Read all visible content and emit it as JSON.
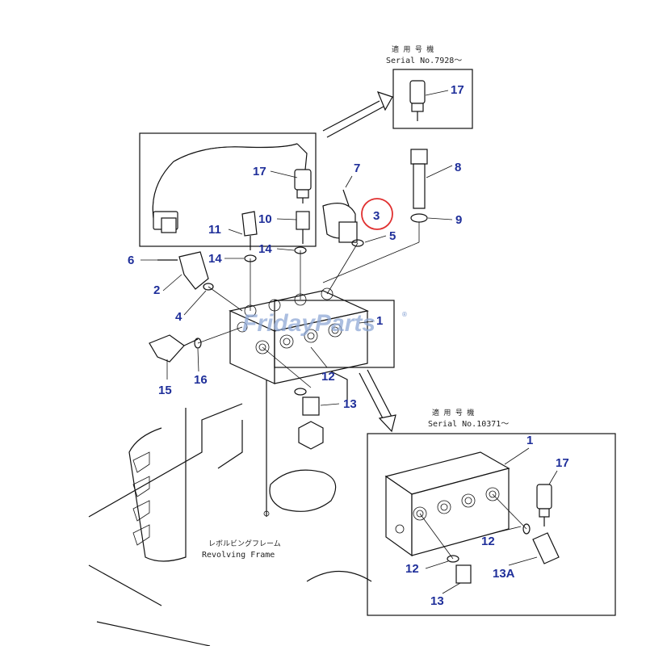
{
  "inset_top": {
    "heading": "適 用 号 機",
    "serial": "Serial No.7928～"
  },
  "inset_bottom": {
    "heading": "適 用 号 機",
    "serial": "Serial No.10371～"
  },
  "frame_label": {
    "jp": "レボルビングフレーム",
    "en": "Revolving Frame"
  },
  "watermark": {
    "brand": "FridayParts",
    "mark": "®"
  },
  "callouts": {
    "c1": "1",
    "c1b": "1",
    "c2": "2",
    "c3": "3",
    "c4": "4",
    "c5": "5",
    "c6": "6",
    "c7": "7",
    "c8": "8",
    "c9": "9",
    "c10": "10",
    "c11": "11",
    "c12": "12",
    "c12b": "12",
    "c12c": "12",
    "c13": "13",
    "c13b": "13",
    "c13a": "13A",
    "c14": "14",
    "c14b": "14",
    "c15": "15",
    "c16": "16",
    "c17": "17",
    "c17b": "17",
    "c17c": "17"
  },
  "colors": {
    "callout_text": "#1f2f9a",
    "highlight_circle": "#e03030",
    "watermark": "#8fa9d6"
  }
}
